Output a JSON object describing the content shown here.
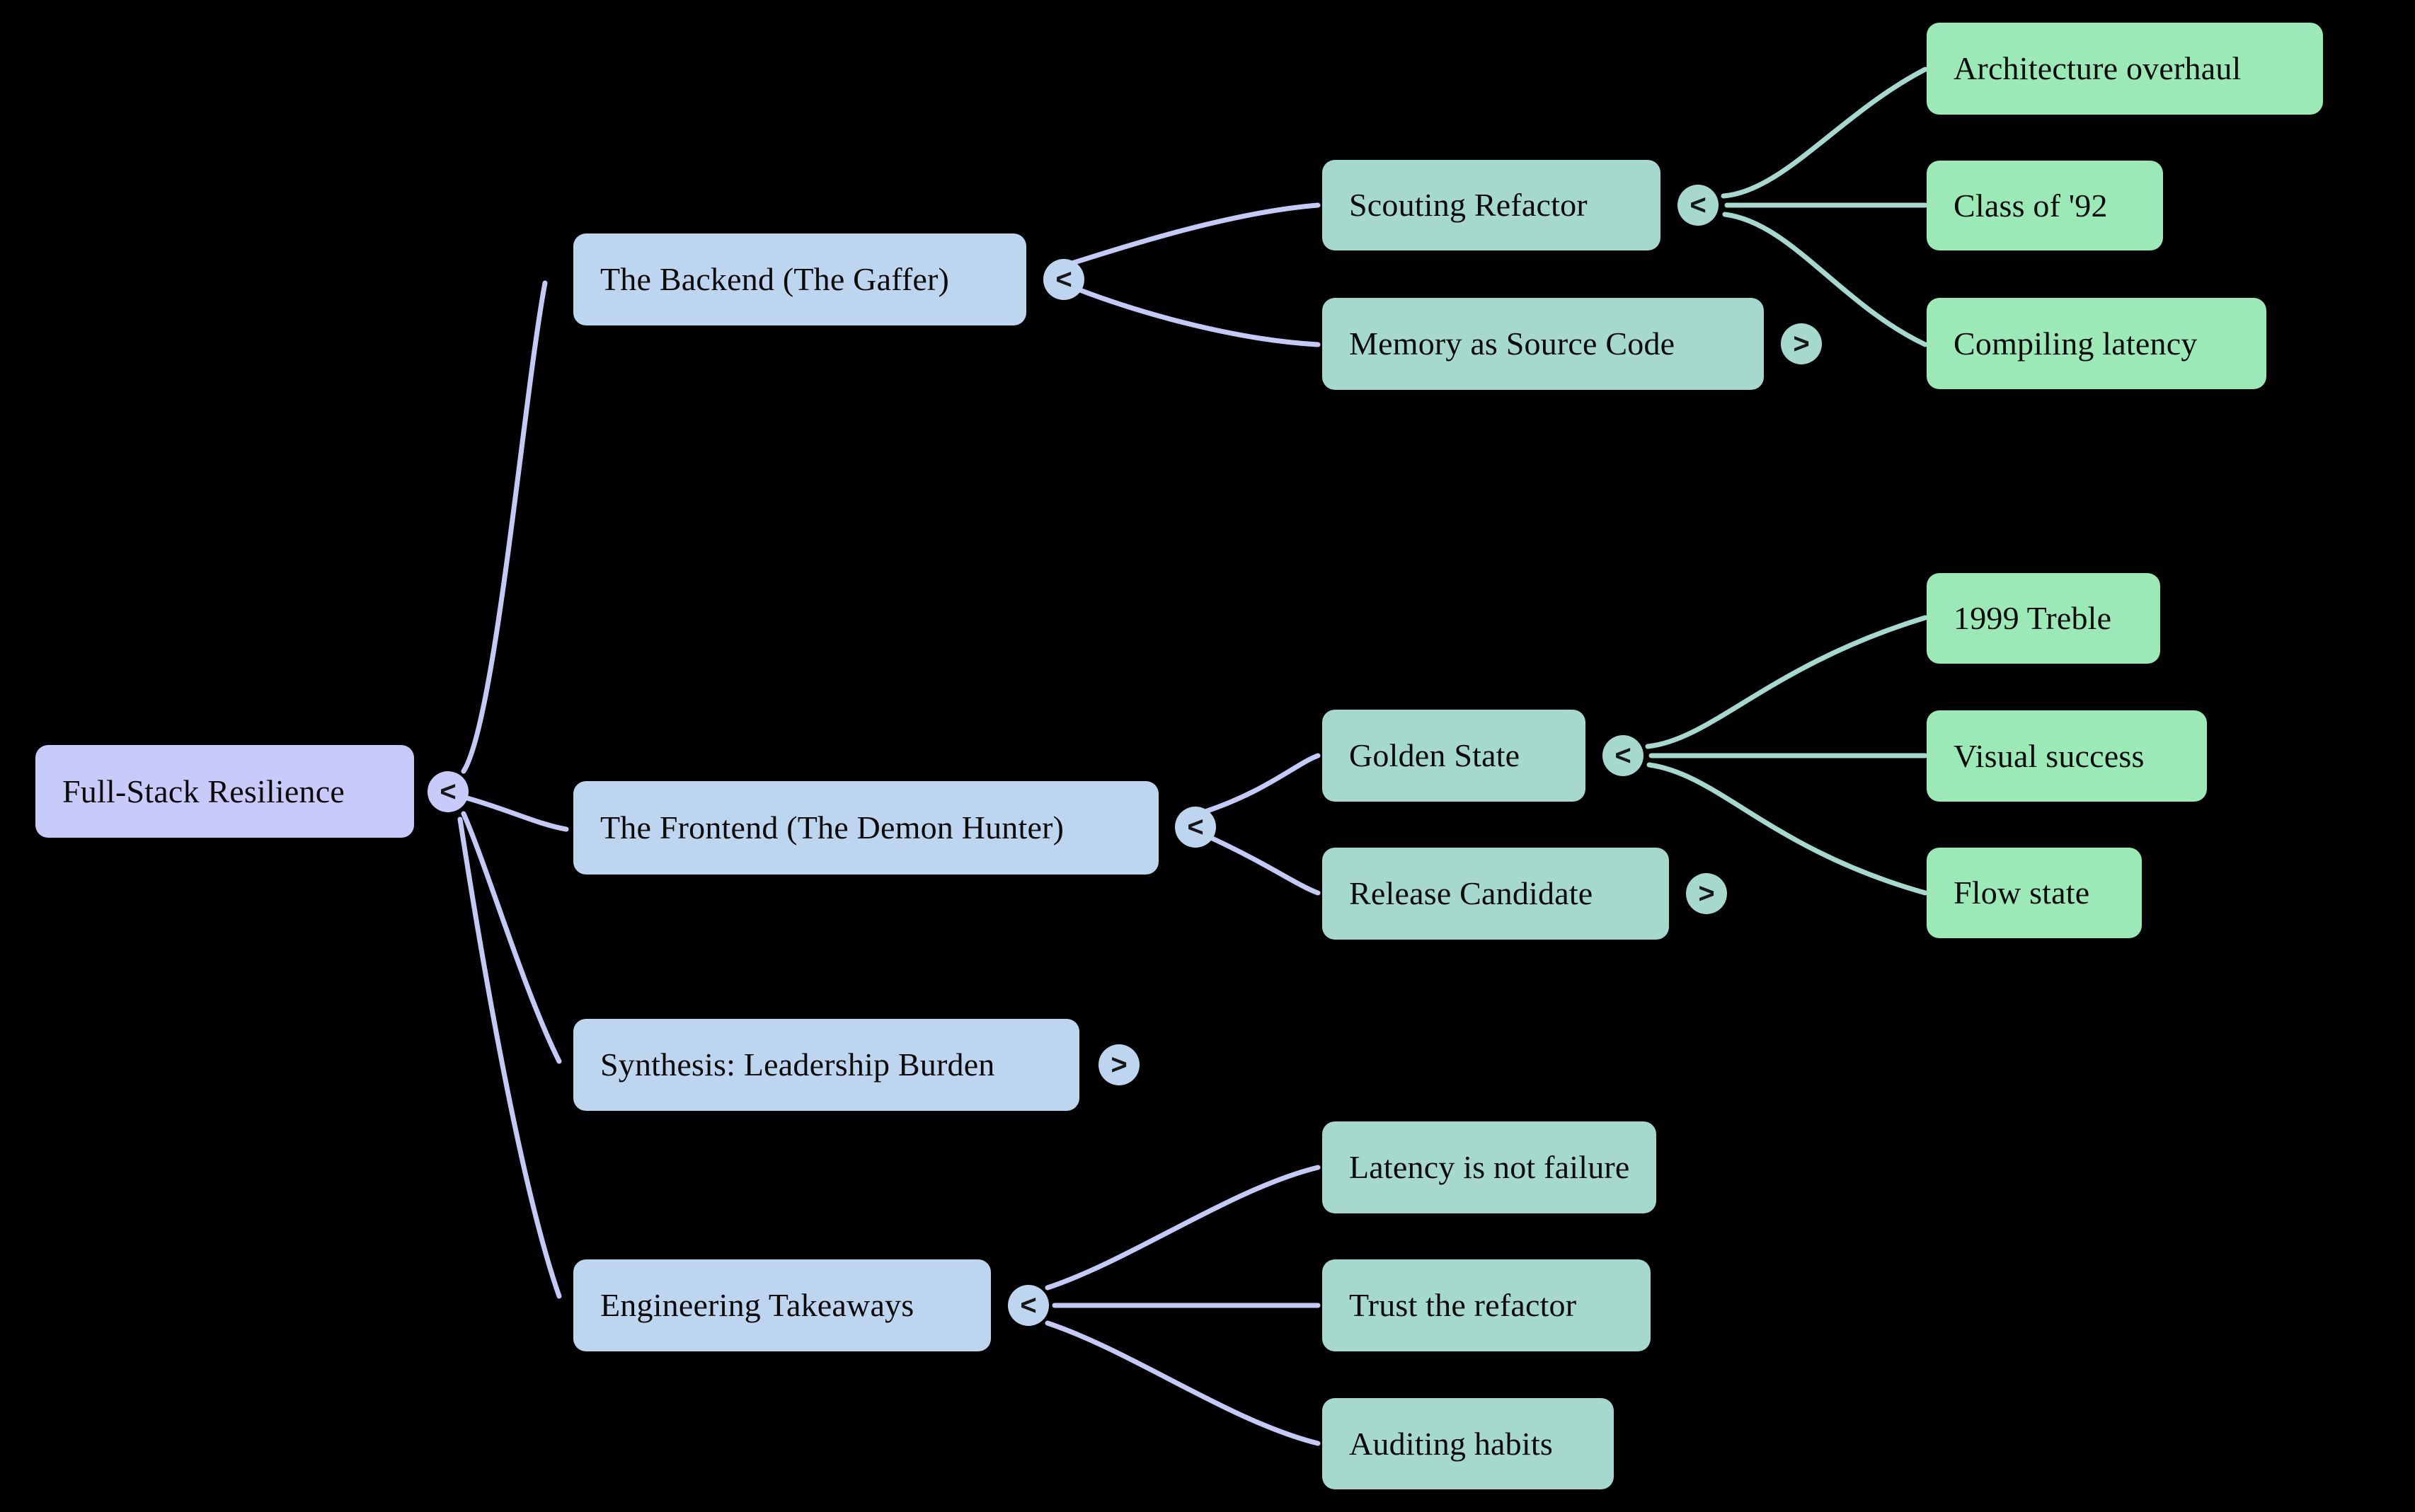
{
  "diagram": {
    "type": "mindmap",
    "title": "Full-Stack Resilience",
    "background_color": "#000000",
    "palette": {
      "root_fill": "#c8cbfa",
      "level1_fill": "#bed5ef",
      "level2_fill": "#a5d9cd",
      "level3_fill": "#9ce9b8",
      "root_edge_stroke": "#c5c9f7",
      "level1_edge_stroke": "#c5c9f7",
      "level2_edge_stroke": "#a5d9cd",
      "text_color": "#0b0b0b"
    },
    "toggle_glyphs": {
      "expanded": "<",
      "collapsed": ">"
    }
  },
  "nodes": {
    "root": {
      "label": "Full-Stack Resilience",
      "level": 0,
      "toggle": "<",
      "toggle_state": "expanded"
    },
    "backend": {
      "label": "The Backend (The Gaffer)",
      "level": 1,
      "toggle": "<",
      "toggle_state": "expanded"
    },
    "scouting_refactor": {
      "label": "Scouting Refactor",
      "level": 2,
      "toggle": "<",
      "toggle_state": "expanded"
    },
    "architecture_overhaul": {
      "label": "Architecture overhaul",
      "level": 3,
      "toggle": "",
      "toggle_state": "leaf"
    },
    "class_of_92": {
      "label": "Class of '92",
      "level": 3,
      "toggle": "",
      "toggle_state": "leaf"
    },
    "compiling_latency": {
      "label": "Compiling latency",
      "level": 3,
      "toggle": "",
      "toggle_state": "leaf"
    },
    "memory_as_source_code": {
      "label": "Memory as Source Code",
      "level": 2,
      "toggle": ">",
      "toggle_state": "collapsed"
    },
    "frontend": {
      "label": "The Frontend (The Demon Hunter)",
      "level": 1,
      "toggle": "<",
      "toggle_state": "expanded"
    },
    "golden_state": {
      "label": "Golden State",
      "level": 2,
      "toggle": "<",
      "toggle_state": "expanded"
    },
    "treble_1999": {
      "label": "1999 Treble",
      "level": 3,
      "toggle": "",
      "toggle_state": "leaf"
    },
    "visual_success": {
      "label": "Visual success",
      "level": 3,
      "toggle": "",
      "toggle_state": "leaf"
    },
    "flow_state": {
      "label": "Flow state",
      "level": 3,
      "toggle": "",
      "toggle_state": "leaf"
    },
    "release_candidate": {
      "label": "Release Candidate",
      "level": 2,
      "toggle": ">",
      "toggle_state": "collapsed"
    },
    "synthesis": {
      "label": "Synthesis: Leadership Burden",
      "level": 1,
      "toggle": ">",
      "toggle_state": "collapsed"
    },
    "engineering_takeaways": {
      "label": "Engineering Takeaways",
      "level": 1,
      "toggle": "<",
      "toggle_state": "expanded"
    },
    "latency_not_failure": {
      "label": "Latency is not failure",
      "level": 2,
      "toggle": "",
      "toggle_state": "leaf"
    },
    "trust_the_refactor": {
      "label": "Trust the refactor",
      "level": 2,
      "toggle": "",
      "toggle_state": "leaf"
    },
    "auditing_habits": {
      "label": "Auditing habits",
      "level": 2,
      "toggle": "",
      "toggle_state": "leaf"
    }
  },
  "hierarchy": [
    {
      "label": "Full-Stack Resilience",
      "children": [
        {
          "label": "The Backend (The Gaffer)",
          "children": [
            {
              "label": "Scouting Refactor",
              "children": [
                {
                  "label": "Architecture overhaul",
                  "children": []
                },
                {
                  "label": "Class of '92",
                  "children": []
                },
                {
                  "label": "Compiling latency",
                  "children": []
                }
              ]
            },
            {
              "label": "Memory as Source Code",
              "children": []
            }
          ]
        },
        {
          "label": "The Frontend (The Demon Hunter)",
          "children": [
            {
              "label": "Golden State",
              "children": [
                {
                  "label": "1999 Treble",
                  "children": []
                },
                {
                  "label": "Visual success",
                  "children": []
                },
                {
                  "label": "Flow state",
                  "children": []
                }
              ]
            },
            {
              "label": "Release Candidate",
              "children": []
            }
          ]
        },
        {
          "label": "Synthesis: Leadership Burden",
          "children": []
        },
        {
          "label": "Engineering Takeaways",
          "children": [
            {
              "label": "Latency is not failure",
              "children": []
            },
            {
              "label": "Trust the refactor",
              "children": []
            },
            {
              "label": "Auditing habits",
              "children": []
            }
          ]
        }
      ]
    }
  ]
}
